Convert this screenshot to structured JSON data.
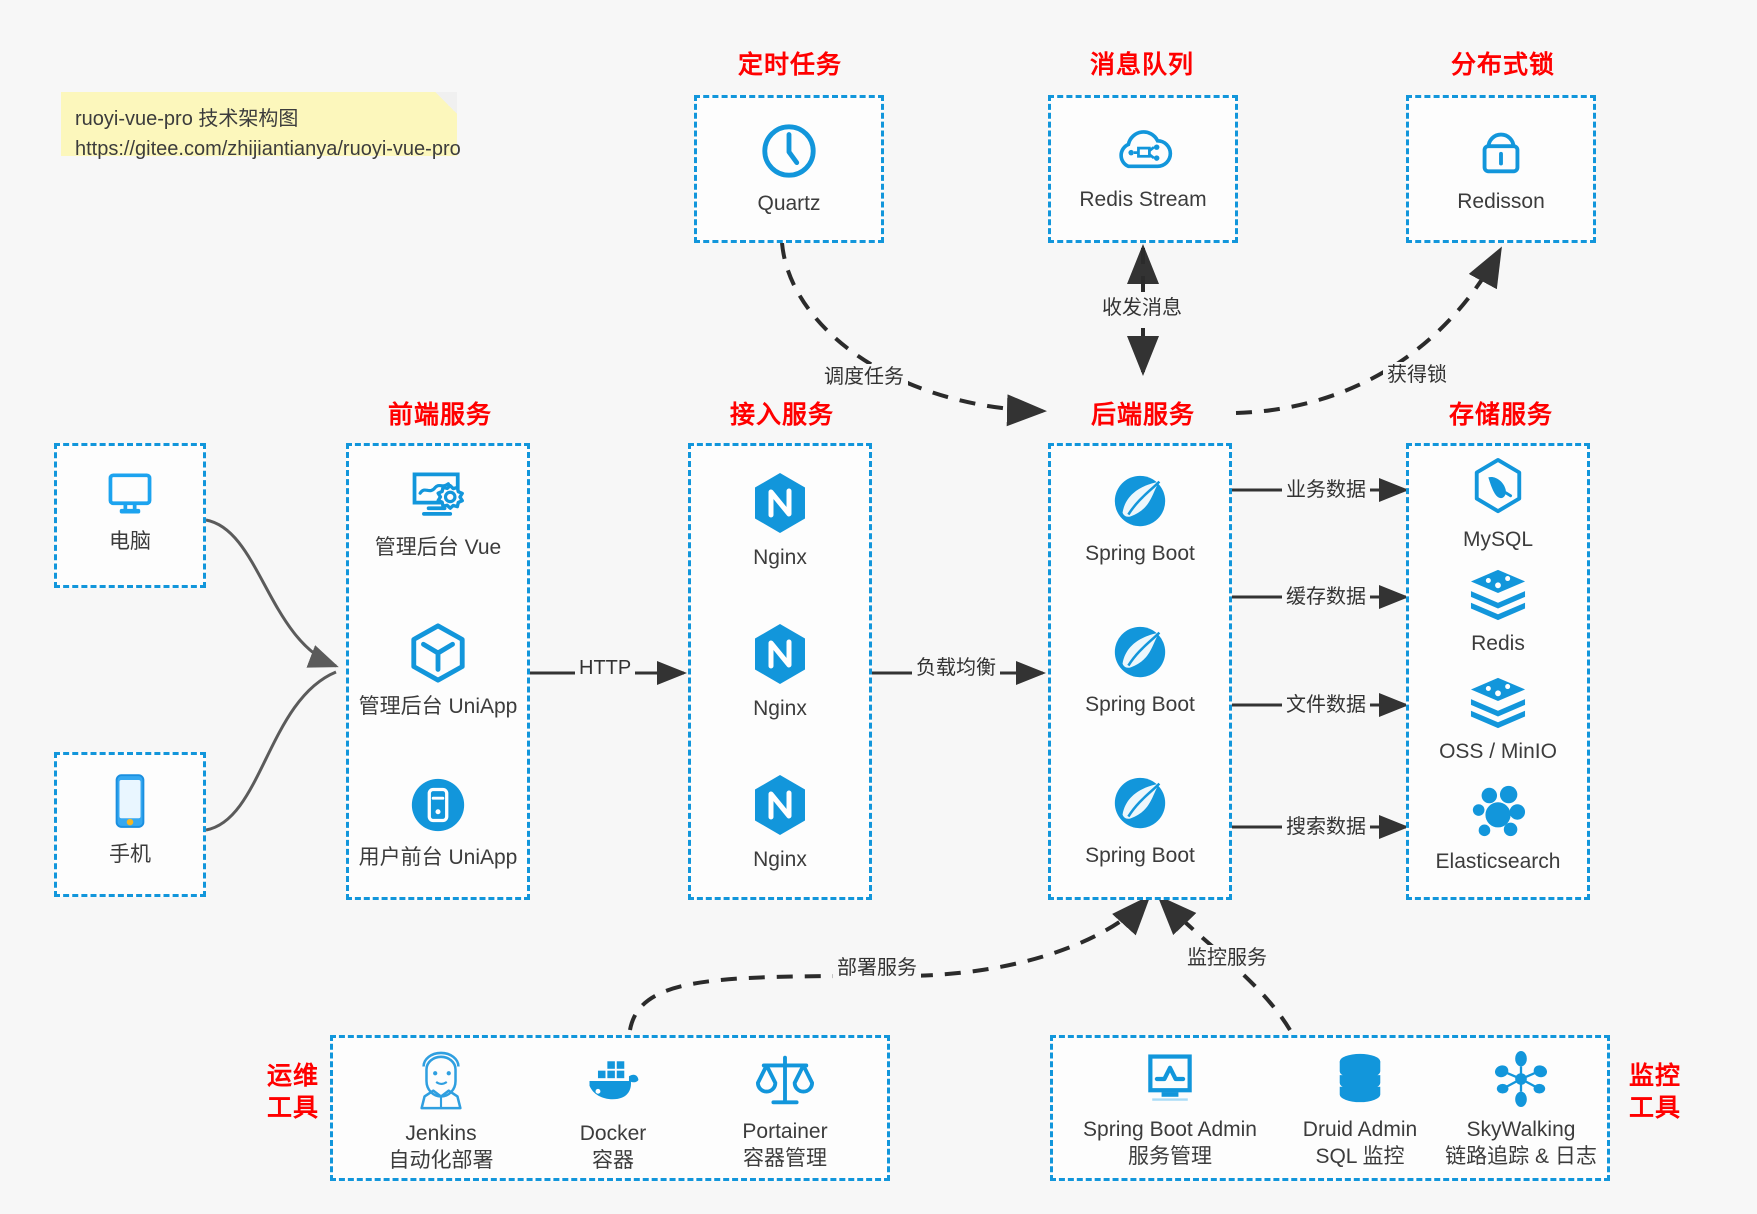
{
  "note": {
    "line1": "ruoyi-vue-pro 技术架构图",
    "line2": "https://gitee.com/zhijiantianya/ruoyi-vue-pro"
  },
  "colors": {
    "box_border": "#1296db",
    "group_title": "#ff0000",
    "icon_blue": "#1296db",
    "edge": "#333333",
    "background": "#f7f7f7",
    "note_bg": "#fcf7bc"
  },
  "groups": {
    "scheduler": {
      "title": "定时任务",
      "nodes": [
        {
          "label": "Quartz",
          "icon": "clock-icon"
        }
      ]
    },
    "mq": {
      "title": "消息队列",
      "nodes": [
        {
          "label": "Redis Stream",
          "icon": "cloud-stream-icon"
        }
      ]
    },
    "lock": {
      "title": "分布式锁",
      "nodes": [
        {
          "label": "Redisson",
          "icon": "lock-icon"
        }
      ]
    },
    "clients": {
      "nodes": [
        {
          "label": "电脑",
          "icon": "desktop-icon"
        },
        {
          "label": "手机",
          "icon": "mobile-icon"
        }
      ]
    },
    "frontend": {
      "title": "前端服务",
      "nodes": [
        {
          "label": "管理后台 Vue",
          "icon": "dashboard-settings-icon"
        },
        {
          "label": "管理后台 UniApp",
          "icon": "cube-icon"
        },
        {
          "label": "用户前台 UniApp",
          "icon": "phone-circle-icon"
        }
      ]
    },
    "gateway": {
      "title": "接入服务",
      "nodes": [
        {
          "label": "Nginx",
          "icon": "nginx-icon"
        },
        {
          "label": "Nginx",
          "icon": "nginx-icon"
        },
        {
          "label": "Nginx",
          "icon": "nginx-icon"
        }
      ]
    },
    "backend": {
      "title": "后端服务",
      "nodes": [
        {
          "label": "Spring Boot",
          "icon": "spring-icon"
        },
        {
          "label": "Spring Boot",
          "icon": "spring-icon"
        },
        {
          "label": "Spring Boot",
          "icon": "spring-icon"
        }
      ]
    },
    "storage": {
      "title": "存储服务",
      "nodes": [
        {
          "label": "MySQL",
          "icon": "mysql-icon"
        },
        {
          "label": "Redis",
          "icon": "redis-icon"
        },
        {
          "label": "OSS / MinIO",
          "icon": "oss-icon"
        },
        {
          "label": "Elasticsearch",
          "icon": "elasticsearch-icon"
        }
      ]
    },
    "devops": {
      "title": "运维\n工具",
      "title_line1": "运维",
      "title_line2": "工具",
      "nodes": [
        {
          "label": "Jenkins",
          "sub": "自动化部署",
          "icon": "jenkins-icon"
        },
        {
          "label": "Docker",
          "sub": "容器",
          "icon": "docker-icon"
        },
        {
          "label": "Portainer",
          "sub": "容器管理",
          "icon": "scales-icon"
        }
      ]
    },
    "monitor": {
      "title_line1": "监控",
      "title_line2": "工具",
      "nodes": [
        {
          "label": "Spring Boot Admin",
          "sub": "服务管理",
          "icon": "monitor-chart-icon"
        },
        {
          "label": "Druid Admin",
          "sub": "SQL 监控",
          "icon": "database-icon"
        },
        {
          "label": "SkyWalking",
          "sub": "链路追踪 & 日志",
          "icon": "skywalking-icon"
        }
      ]
    }
  },
  "edges": {
    "http": "HTTP",
    "load_balance": "负载均衡",
    "schedule_task": "调度任务",
    "send_receive_msg": "收发消息",
    "acquire_lock": "获得锁",
    "business_data": "业务数据",
    "cache_data": "缓存数据",
    "file_data": "文件数据",
    "search_data": "搜索数据",
    "deploy_service": "部署服务",
    "monitor_service": "监控服务"
  }
}
